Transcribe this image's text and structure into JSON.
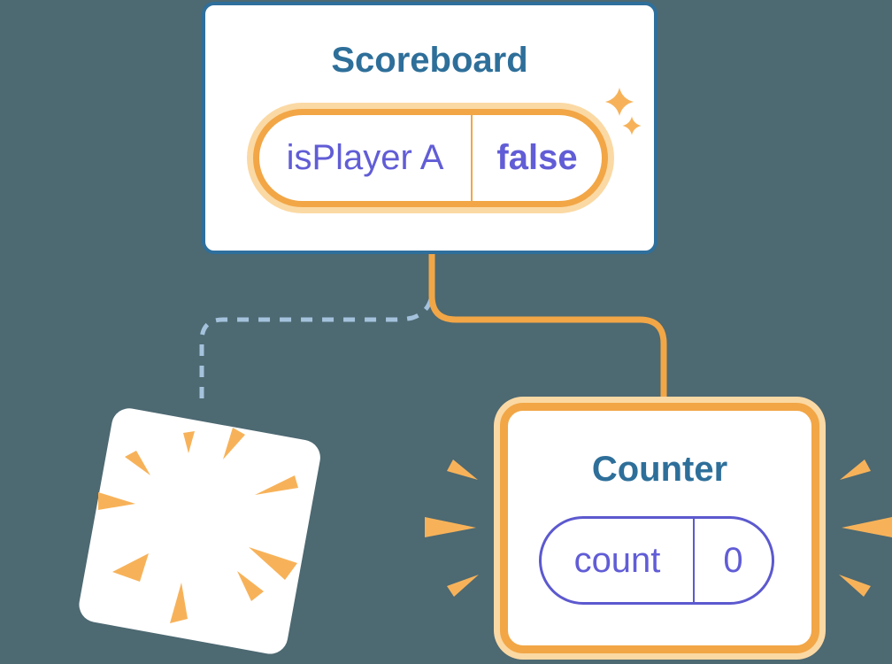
{
  "figure": {
    "scoreboard_card": {
      "title": "Scoreboard",
      "state_key": "isPlayer A",
      "state_value": "false"
    },
    "counter_card": {
      "title": "Counter",
      "state_key": "count",
      "state_value": "0"
    }
  },
  "icons": {
    "sparkle": "four-point-star",
    "burst": "explosion-rays",
    "emphasis": "attention-rays"
  },
  "colors": {
    "background": "#4d6972",
    "card_fill": "#ffffff",
    "card_border": "#2e6f9c",
    "title": "#2e6f9a",
    "purple": "#615dd6",
    "pill_purple": "#5c59cf",
    "orange": "#f2a646",
    "orange_glow": "#fbd9a4",
    "orange_bright": "#f7b259",
    "dashed": "#a4c2dc"
  }
}
